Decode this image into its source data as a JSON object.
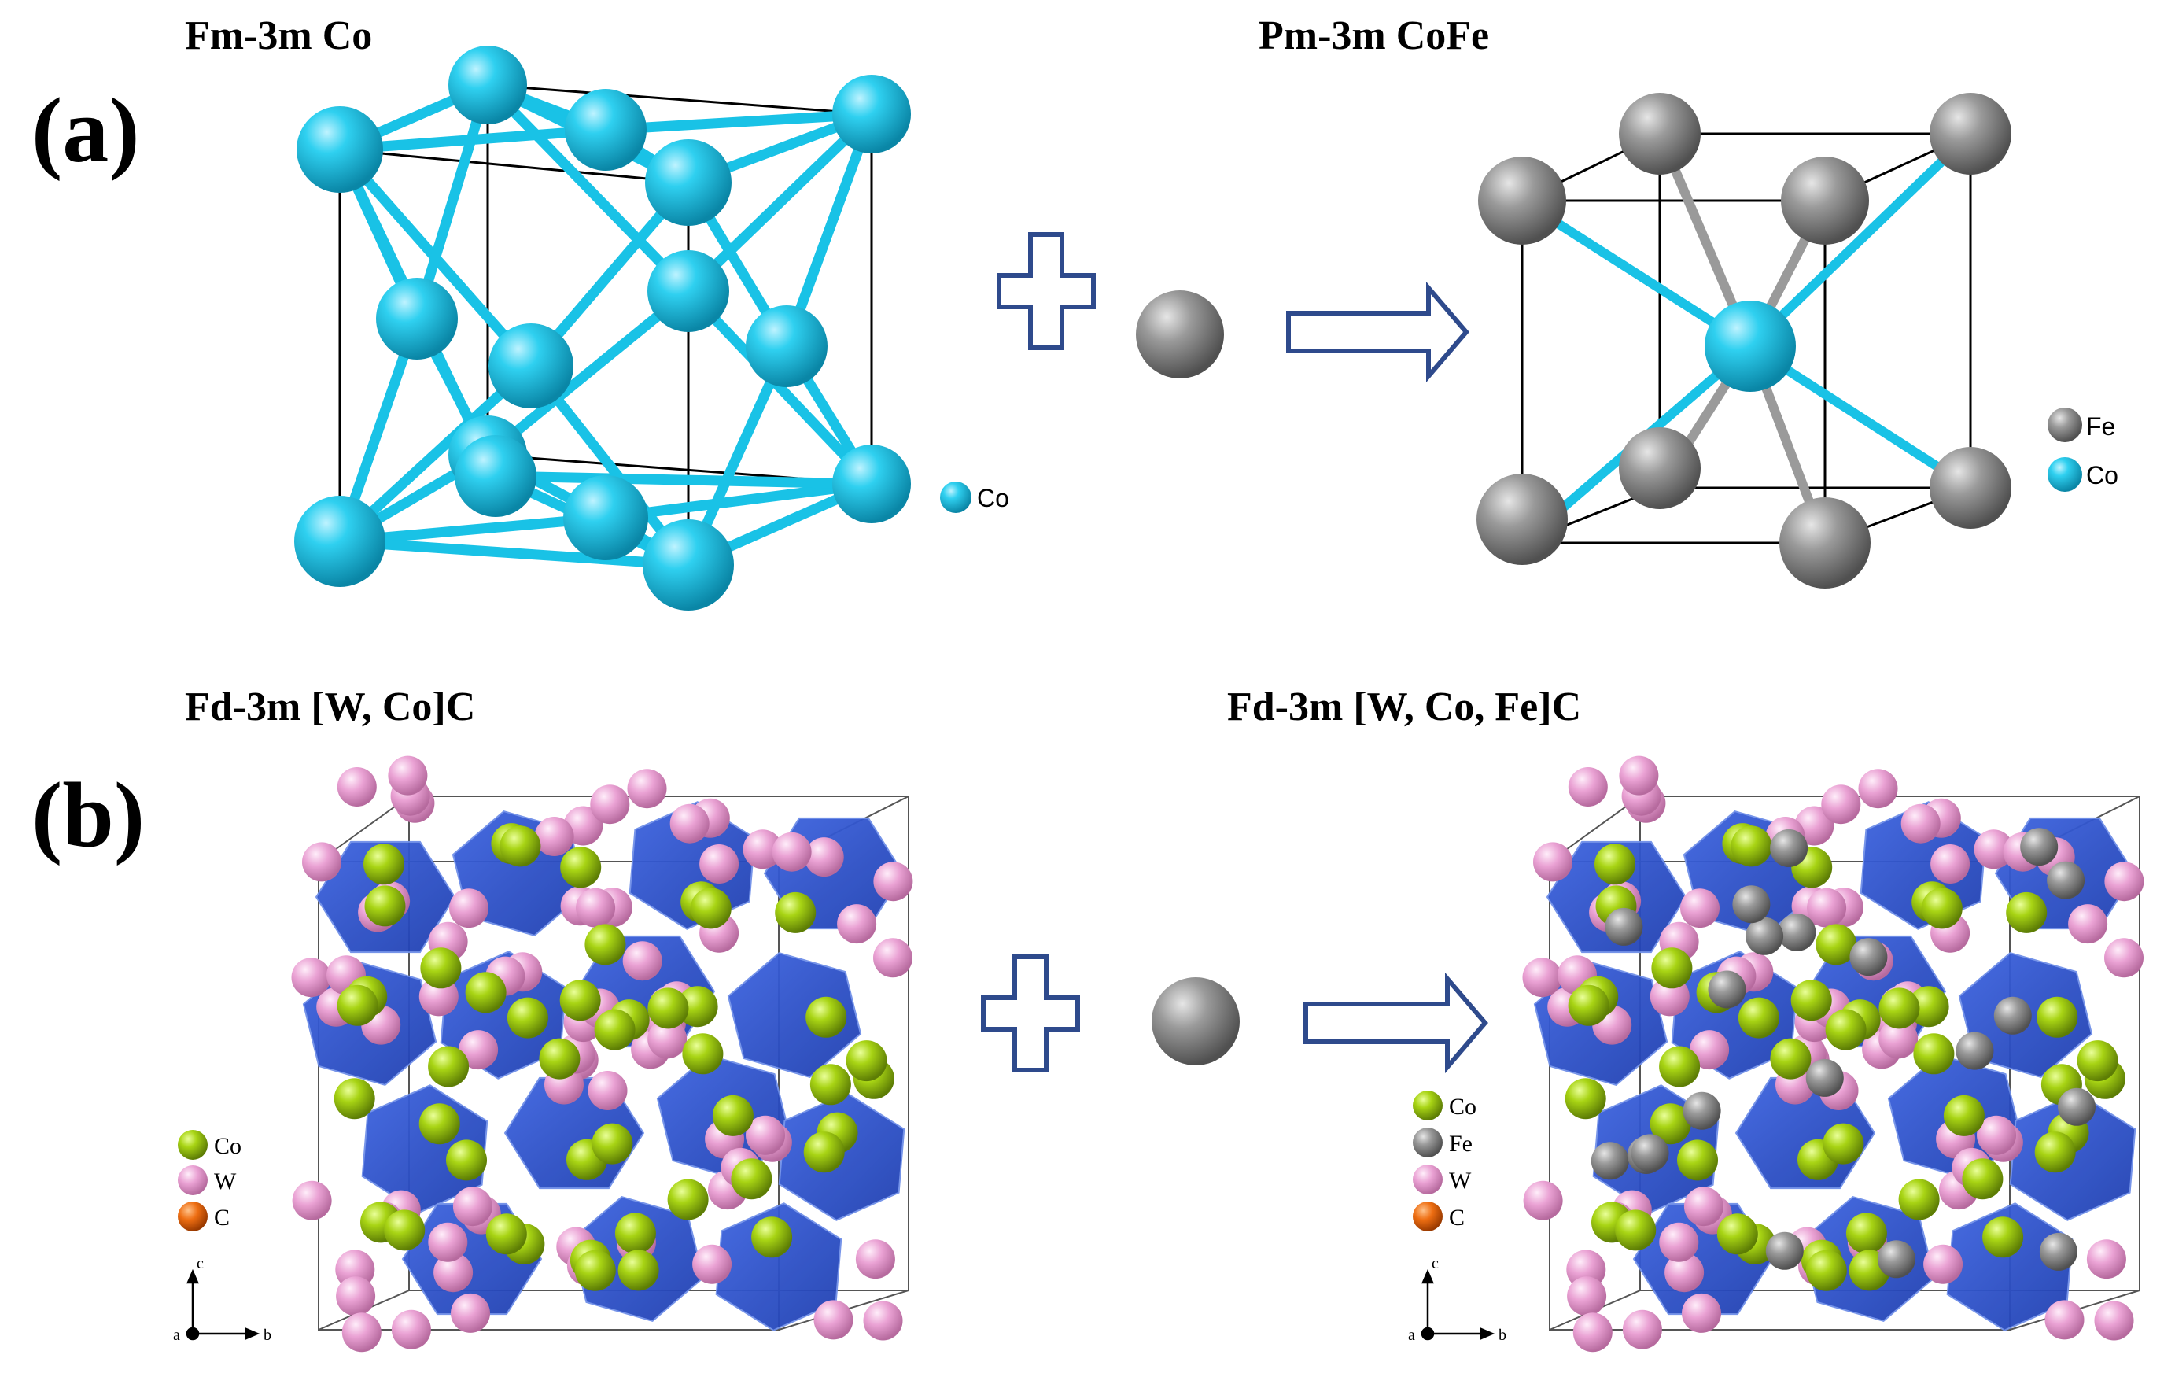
{
  "panel_a": {
    "label": "(a)",
    "left_title": "Fm-3m Co",
    "right_title": "Pm-3m CoFe",
    "left_legend": [
      {
        "label": "Co",
        "color": "#19c2e6"
      }
    ],
    "right_legend": [
      {
        "label": "Fe",
        "color": "#8a8a8a"
      },
      {
        "label": "Co",
        "color": "#19c2e6"
      }
    ]
  },
  "panel_b": {
    "label": "(b)",
    "left_title": "Fd-3m [W, Co]C",
    "right_title": "Fd-3m [W, Co, Fe]C",
    "left_legend": [
      {
        "label": "Co",
        "color": "#9ccd12"
      },
      {
        "label": "W",
        "color": "#e89ad0"
      },
      {
        "label": "C",
        "color": "#e86a10"
      }
    ],
    "right_legend": [
      {
        "label": "Co",
        "color": "#9ccd12"
      },
      {
        "label": "Fe",
        "color": "#8a8a8a"
      },
      {
        "label": "W",
        "color": "#e89ad0"
      },
      {
        "label": "C",
        "color": "#e86a10"
      }
    ],
    "axes": {
      "c": "c",
      "a": "a",
      "b": "b"
    }
  },
  "colors": {
    "co_fcc": "#19c2e6",
    "fe": "#8a8a8a",
    "co_green": "#9ccd12",
    "w_pink": "#e89ad0",
    "c_orange": "#e86a10",
    "polyhedra": "#2f55d4",
    "arrow": "#2e4a8c"
  },
  "icons": [
    "plus-icon",
    "right-arrow-icon",
    "fe-atom-icon"
  ]
}
